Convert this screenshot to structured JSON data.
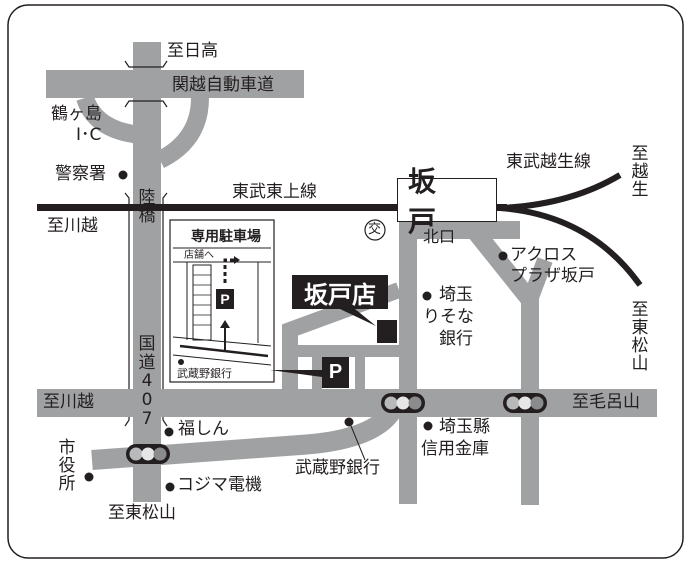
{
  "station": {
    "name": "坂 戸",
    "exit": "北口"
  },
  "store": {
    "name": "坂戸店"
  },
  "railways": [
    {
      "name": "東武東上線"
    },
    {
      "name": "東武越生線"
    }
  ],
  "roads": {
    "expressway": "関越自動車道",
    "interchange_line1": "鶴ヶ島",
    "interchange_line2": "I･C",
    "overpass": "陸橋",
    "route": "国道407"
  },
  "directions": {
    "to_hidaka": "至日高",
    "to_kawagoe_upper": "至川越",
    "to_kawagoe_lower": "至川越",
    "to_ogose": "至越生",
    "to_higashimatsuyama_right": "至東松山",
    "to_higashimatsuyama_bottom": "至東松山",
    "to_moroyama": "至毛呂山"
  },
  "landmarks": {
    "police": "警察署",
    "police_box_symbol": "交",
    "acros_line1": "アクロス",
    "acros_line2": "プラザ坂戸",
    "resona_line1": "埼玉",
    "resona_line2": "りそな",
    "resona_line3": "銀行",
    "fukushin": "福しん",
    "city_hall": "市役所",
    "kojima": "コジマ電機",
    "musashino_bank": "武蔵野銀行",
    "saitama_shinkin_line1": "埼玉縣",
    "saitama_shinkin_line2": "信用金庫"
  },
  "parking_inset": {
    "title": "専用駐車場",
    "to_store": "店舗へ",
    "parking_symbol": "P",
    "bank_label": "武蔵野銀行"
  },
  "parking_symbol": "P",
  "colors": {
    "road": "#a0a1a3",
    "rail": "#231f20",
    "border": "#231f20",
    "signal_light1": "#b8b9bb",
    "signal_light2": "#e6e6e6",
    "signal_light3": "#8a8b8d"
  }
}
